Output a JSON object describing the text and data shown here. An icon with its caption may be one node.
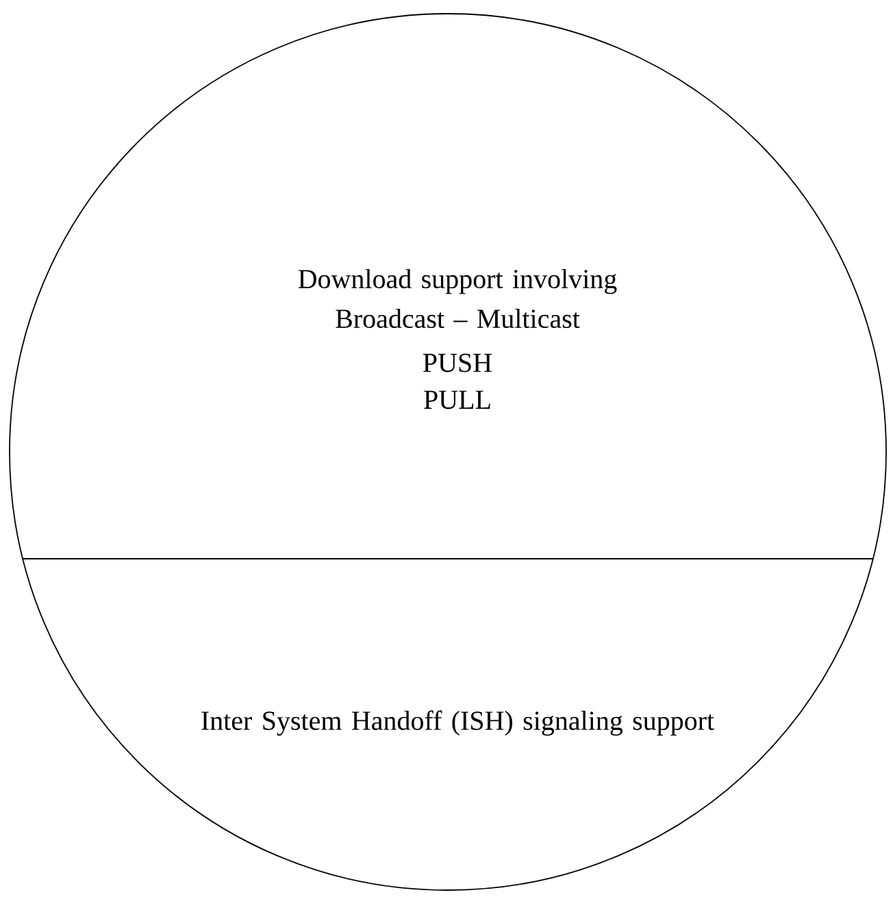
{
  "diagram": {
    "nodes": [
      {
        "text": [
          "Download support involving Broadcast – Multicast",
          "PUSH",
          "PULL",
          "Inter System Handoff (ISH) signaling support"
        ]
      }
    ]
  }
}
